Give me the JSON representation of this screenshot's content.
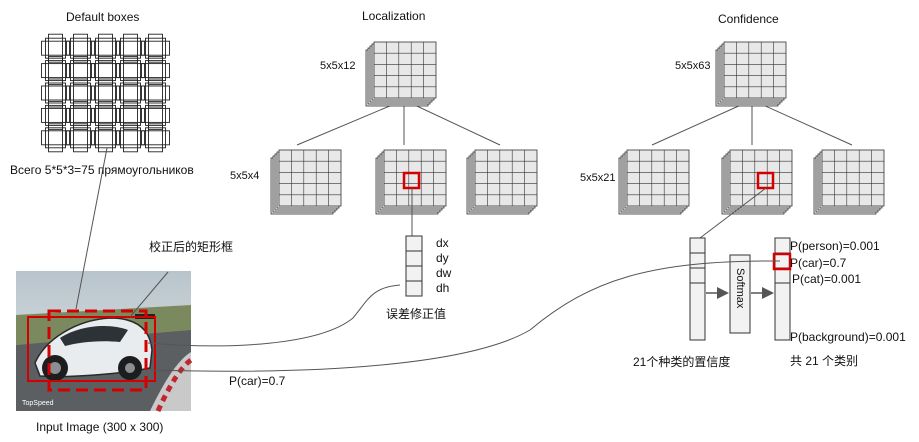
{
  "titles": {
    "default_boxes": "Default  boxes",
    "localization": "Localization",
    "confidence": "Confidence"
  },
  "labels": {
    "box_count": "Всего 5*5*3=75 прямоугольников",
    "corrected_box": "校正后的矩形框",
    "input_image": "Input Image (300  x 300)",
    "loc_top_size": "5x5x12",
    "loc_mid_size": "5x5x4",
    "conf_top_size": "5x5x63",
    "conf_mid_size": "5x5x21",
    "error_correction": "误差修正值",
    "conf_21": "21个种类的置信度",
    "total_classes": "共 21 个类别",
    "p_car_image": "P(car)=0.7",
    "softmax": "Softmax",
    "watermark": "TopSpeed"
  },
  "offsets": [
    "dx",
    "dy",
    "dw",
    "dh"
  ],
  "probabilities": [
    "P(person)=0.001",
    "P(car)=0.7",
    "P(cat)=0.001",
    "P(background)=0.001"
  ],
  "colors": {
    "grid_fill": "#e8e8e8",
    "grid_line": "#333333",
    "highlight": "#d40000",
    "connector": "#333333"
  }
}
